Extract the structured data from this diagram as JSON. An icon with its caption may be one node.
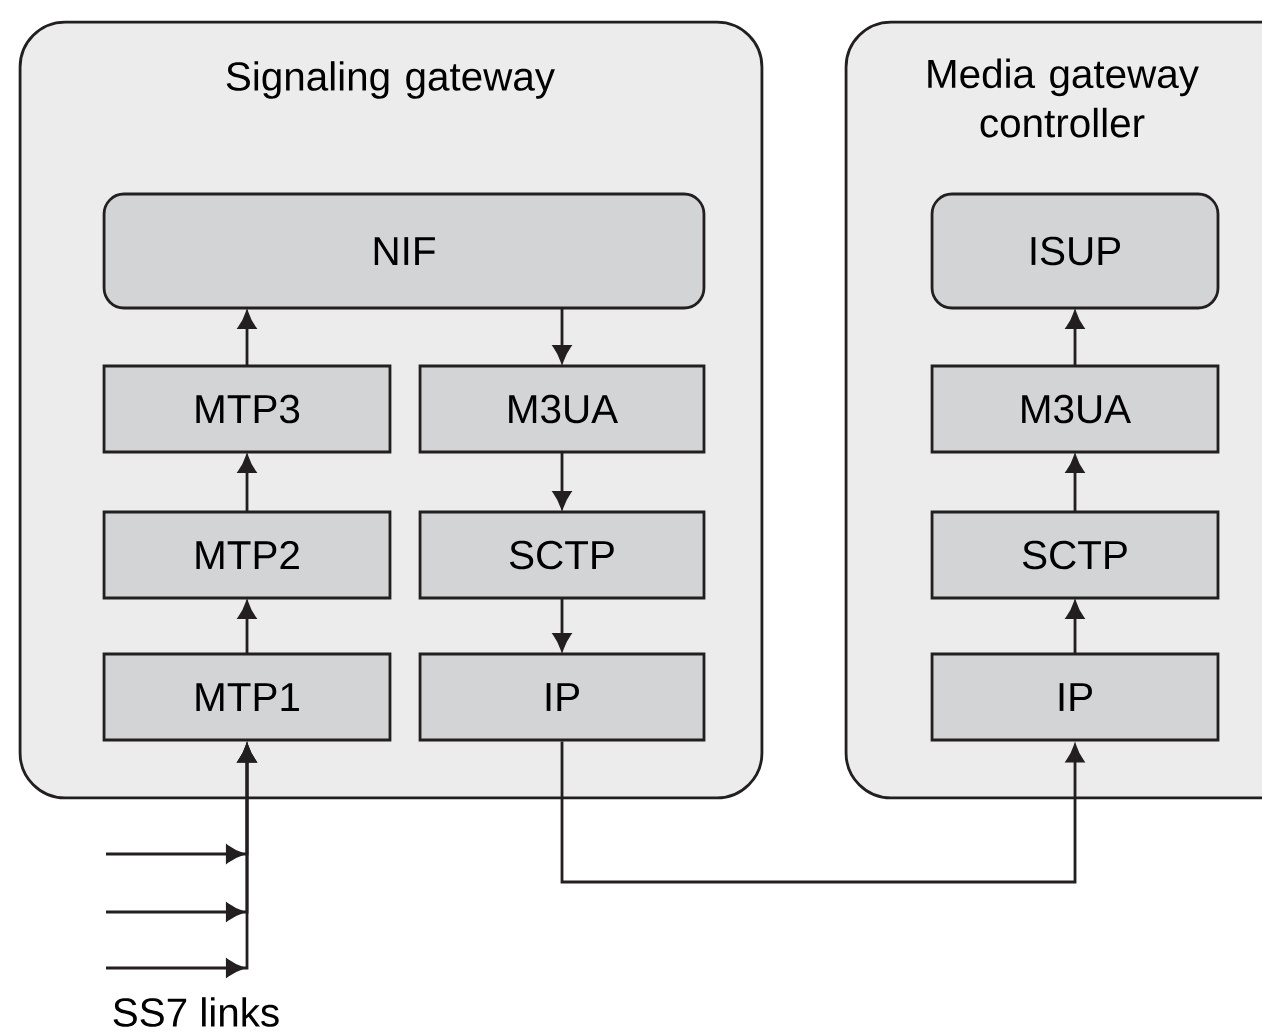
{
  "diagram": {
    "nodes": [
      {
        "text": [
          "Signaling gateway"
        ]
      },
      {
        "text": [
          "NIF"
        ],
        "in": 0
      },
      {
        "text": [
          "MTP3"
        ],
        "in": 0
      },
      {
        "text": [
          "M3UA"
        ],
        "in": 0
      },
      {
        "text": [
          "MTP2"
        ],
        "in": 0
      },
      {
        "text": [
          "SCTP"
        ],
        "in": 0
      },
      {
        "text": [
          "MTP1"
        ],
        "in": 0
      },
      {
        "text": [
          "IP"
        ],
        "in": 0
      },
      {
        "text": [
          "Media gateway controller"
        ]
      },
      {
        "text": [
          "ISUP"
        ],
        "in": 8
      },
      {
        "text": [
          "M3UA"
        ],
        "in": 8
      },
      {
        "text": [
          "SCTP"
        ],
        "in": 8
      },
      {
        "text": [
          "IP"
        ],
        "in": 8
      }
    ],
    "edges": [
      {
        "from": 2,
        "to": 1,
        "arrow": "to"
      },
      {
        "from": 4,
        "to": 2,
        "arrow": "to"
      },
      {
        "from": 6,
        "to": 4,
        "arrow": "to"
      },
      {
        "from": 1,
        "to": 3,
        "arrow": "to"
      },
      {
        "from": 3,
        "to": 5,
        "arrow": "to"
      },
      {
        "from": 5,
        "to": 7,
        "arrow": "to"
      },
      {
        "from": 7,
        "to": 12,
        "arrow": "to"
      },
      {
        "from": 12,
        "to": 11,
        "arrow": "to"
      },
      {
        "from": 11,
        "to": 10,
        "arrow": "to"
      },
      {
        "from": 10,
        "to": 9,
        "arrow": "to"
      },
      {
        "from": null,
        "to": 6,
        "arrow": "to"
      },
      {
        "from": null,
        "to": 6,
        "arrow": "to"
      },
      {
        "from": null,
        "to": 6,
        "arrow": "to"
      }
    ],
    "labels": [
      "SS7 links"
    ]
  }
}
